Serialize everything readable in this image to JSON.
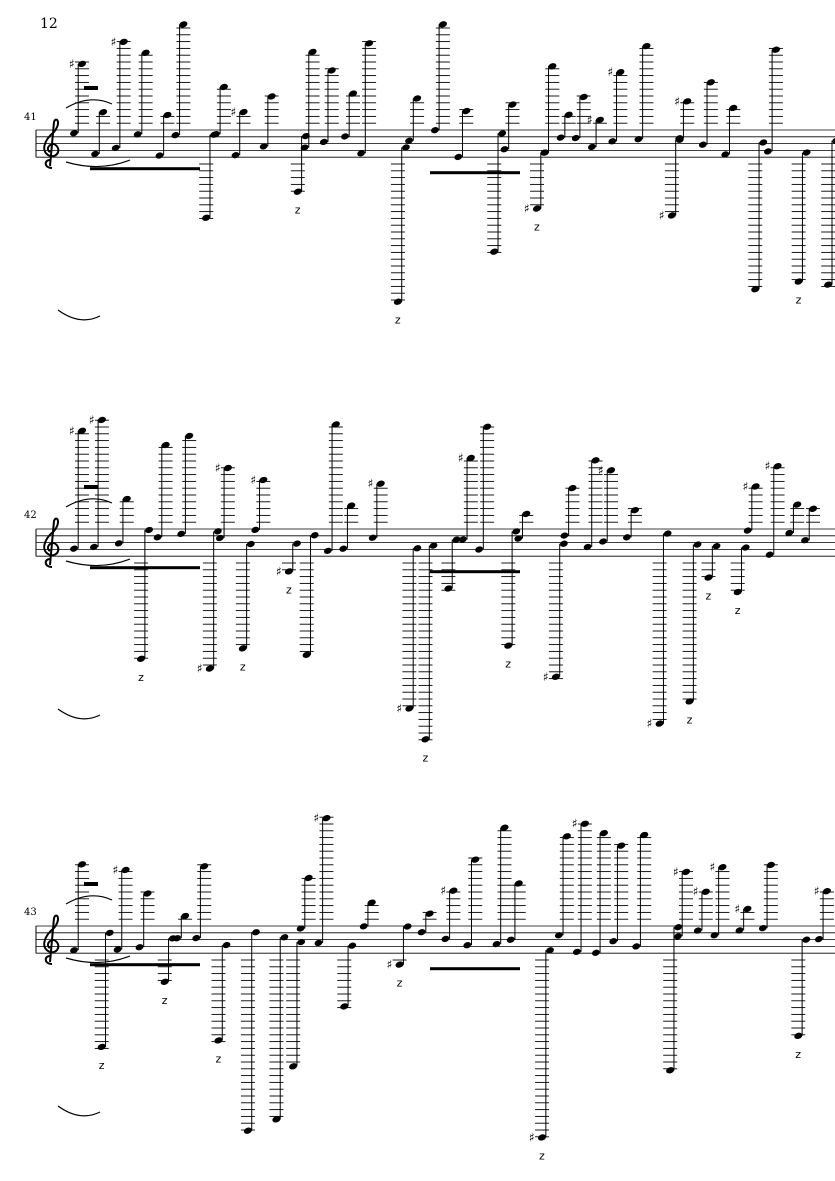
{
  "page": {
    "number": "12"
  },
  "systems": [
    {
      "measure_number": "41"
    },
    {
      "measure_number": "42"
    },
    {
      "measure_number": "43"
    }
  ],
  "colors": {
    "ink": "#000000",
    "paper": "#ffffff"
  }
}
